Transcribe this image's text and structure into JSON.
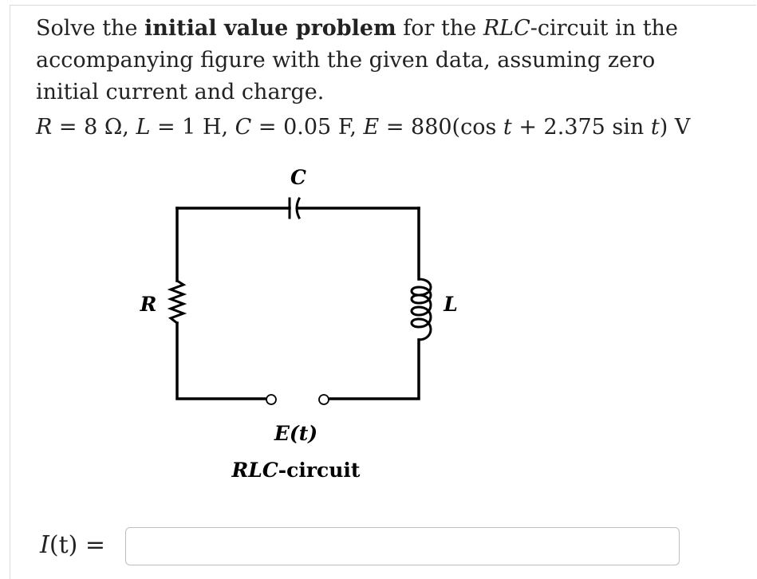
{
  "problem": {
    "intro": "Solve the ",
    "emphasis": "initial value problem",
    "mid": " for the ",
    "circuit_name": "RLC",
    "rest": "-circuit in the accompanying figure with the given data, assuming zero initial current and charge."
  },
  "given": {
    "R_var": "R",
    "R_val": " = 8 Ω, ",
    "L_var": "L",
    "L_val": " = 1 H, ",
    "C_var": "C",
    "C_val": " = 0.05 F, ",
    "E_var": "E",
    "E_val_a": " = 880(cos ",
    "t1": "t",
    "E_val_b": " + 2.375 sin ",
    "t2": "t",
    "E_val_c": ") V"
  },
  "figure": {
    "label_c": "C",
    "label_r": "R",
    "label_l": "L",
    "label_source": "E(t)",
    "caption_italic": "RLC",
    "caption_rest": "-circuit"
  },
  "answer": {
    "label_var": "I",
    "label_rest": "(t) =",
    "value": "",
    "placeholder": ""
  }
}
